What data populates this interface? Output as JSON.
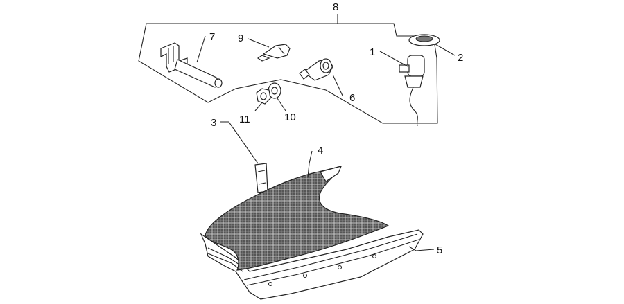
{
  "callouts": {
    "c1": "1",
    "c2": "2",
    "c3": "3",
    "c4": "4",
    "c5": "5",
    "c6": "6",
    "c7": "7",
    "c8": "8",
    "c9": "9",
    "c10": "10",
    "c11": "11"
  },
  "colors": {
    "line": "#222222",
    "mat_base": "#5a5a5a",
    "mat_grid": "#d8d8d8"
  }
}
